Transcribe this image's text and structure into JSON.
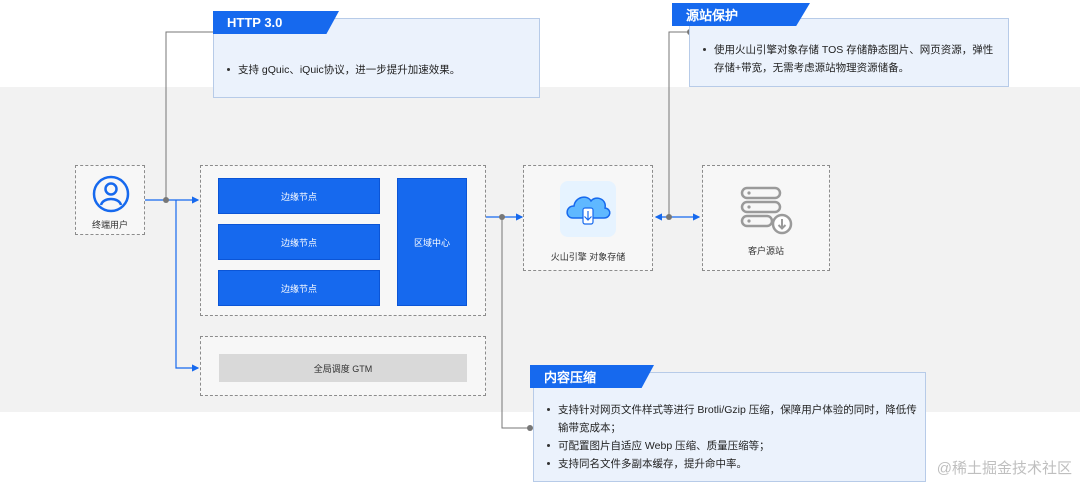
{
  "nodes": {
    "end_user": "终端用户",
    "edge_nodes": [
      "边缘节点",
      "边缘节点",
      "边缘节点"
    ],
    "region_center": "区域中心",
    "gtm": "全局调度 GTM",
    "object_storage": "火山引擎 对象存储",
    "origin": "客户源站"
  },
  "callouts": {
    "http3": {
      "title": "HTTP 3.0",
      "items": [
        "支持 gQuic、iQuic协议，进一步提升加速效果。"
      ]
    },
    "origin_protect": {
      "title": "源站保护",
      "items": [
        "使用火山引擎对象存储  TOS  存储静态图片、网页资源，弹性存储+带宽，无需考虑源站物理资源储备。"
      ]
    },
    "compress": {
      "title": "内容压缩",
      "items": [
        "支持针对网页文件样式等进行 Brotli/Gzip 压缩，保障用户体验的同时，降低传输带宽成本；",
        "可配置图片自适应 Webp 压缩、质量压缩等；",
        "支持同名文件多副本缓存，提升命中率。"
      ]
    }
  },
  "watermark": "@稀土掘金技术社区",
  "colors": {
    "accent": "#1669ee",
    "band": "#f2f2f2",
    "callout_bg": "#ebf2fc"
  },
  "icons": [
    "user-icon",
    "cloud-storage-icon",
    "server-download-icon"
  ]
}
